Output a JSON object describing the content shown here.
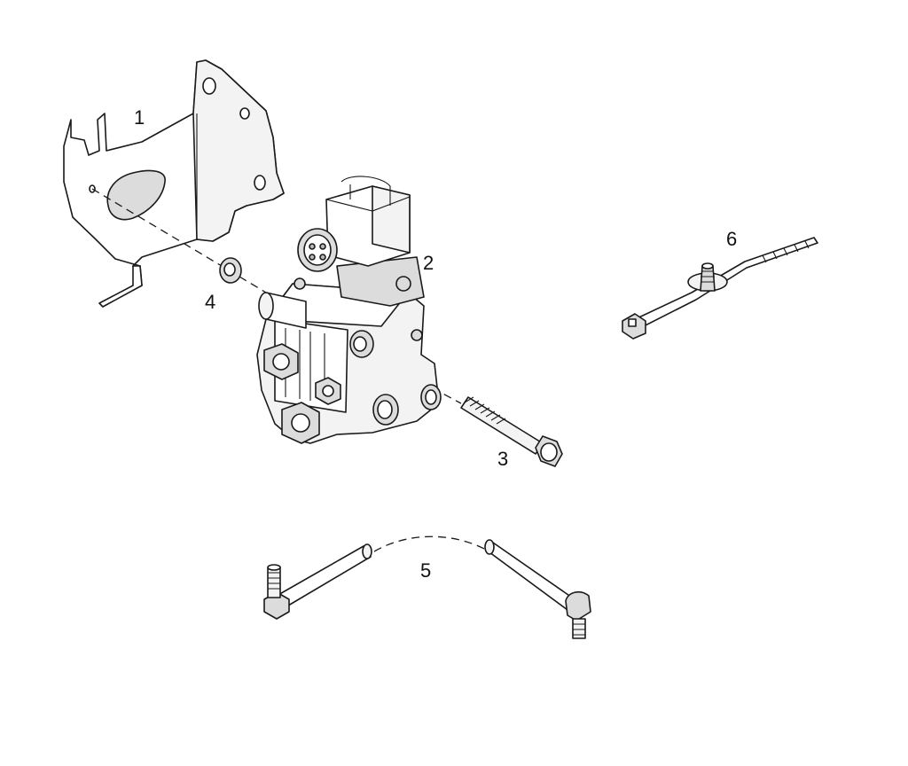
{
  "callouts": {
    "bracket": "1",
    "valve": "2",
    "bolt": "3",
    "washer": "4",
    "link_rod": "5",
    "cable_tie": "6"
  },
  "colors": {
    "ink": "#1a1a1a",
    "background": "#ffffff",
    "shade": "#dcdcdc"
  }
}
